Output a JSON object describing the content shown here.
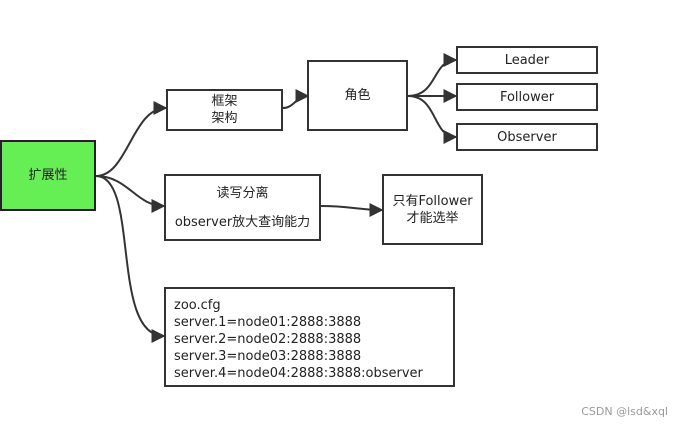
{
  "nodes": {
    "root": {
      "label": "扩展性"
    },
    "framework": {
      "line1": "框架",
      "line2": "架构"
    },
    "role": {
      "label": "角色"
    },
    "leader": {
      "label": "Leader"
    },
    "follower": {
      "label": "Follower"
    },
    "observer": {
      "label": "Observer"
    },
    "rw": {
      "line1": "读写分离",
      "line2": "observer放大查询能力"
    },
    "only": {
      "line1": "只有Follower",
      "line2": "才能选举"
    },
    "config": {
      "lines": [
        "zoo.cfg",
        "server.1=node01:2888:3888",
        "server.2=node02:2888:3888",
        "server.3=node03:2888:3888",
        "server.4=node04:2888:3888:observer"
      ]
    }
  },
  "watermark": "CSDN @lsd&xql",
  "colors": {
    "root_fill": "#66ee55",
    "stroke": "#333333"
  }
}
